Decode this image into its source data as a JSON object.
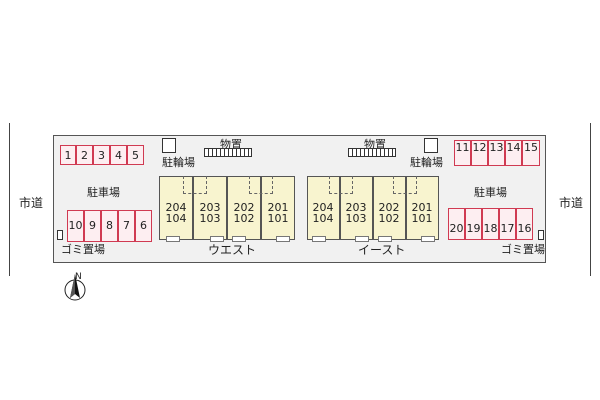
{
  "road": {
    "left_label": "市道",
    "right_label": "市道"
  },
  "parking": {
    "label": "駐車場",
    "left_top": [
      "1",
      "2",
      "3",
      "4",
      "5"
    ],
    "left_bottom": [
      "10",
      "9",
      "8",
      "7",
      "6"
    ],
    "right_top": [
      "11",
      "12",
      "13",
      "14",
      "15"
    ],
    "right_bottom": [
      "20",
      "19",
      "18",
      "17",
      "16"
    ]
  },
  "facilities": {
    "storage": "物置",
    "bicycle": "駐輪場",
    "garbage": "ゴミ置場"
  },
  "buildings": {
    "west": {
      "name": "ウエスト",
      "units": [
        [
          "204",
          "104"
        ],
        [
          "203",
          "103"
        ],
        [
          "202",
          "102"
        ],
        [
          "201",
          "101"
        ]
      ]
    },
    "east": {
      "name": "イースト",
      "units": [
        [
          "204",
          "104"
        ],
        [
          "203",
          "103"
        ],
        [
          "202",
          "102"
        ],
        [
          "201",
          "101"
        ]
      ]
    }
  },
  "compass": {
    "label": "N"
  },
  "colors": {
    "stall_border": "#d03a52",
    "unit_fill": "#f8f4cf"
  }
}
